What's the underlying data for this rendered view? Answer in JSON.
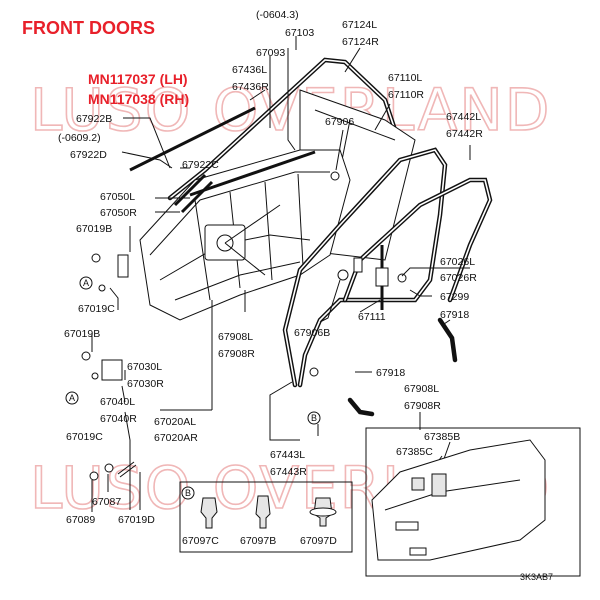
{
  "title": "FRONT DOORS",
  "part_numbers": [
    "MN117037 (LH)",
    "MN117038 (RH)"
  ],
  "watermark": "LUSO OVERLAND",
  "figure_code": "3K3AB7",
  "callouts": {
    "a": "A",
    "b": "B"
  },
  "labels": {
    "l_0604": "(-0604.3)",
    "l_67103": "67103",
    "l_67093": "67093",
    "l_67124L": "67124L",
    "l_67124R": "67124R",
    "l_67436L": "67436L",
    "l_67436R": "67436R",
    "l_67110L": "67110L",
    "l_67110R": "67110R",
    "l_67922B": "67922B",
    "l_0609": "(-0609.2)",
    "l_67922D": "67922D",
    "l_67922C": "67922C",
    "l_67906": "67906",
    "l_67442L": "67442L",
    "l_67442R": "67442R",
    "l_67050L": "67050L",
    "l_67050R": "67050R",
    "l_67019B_1": "67019B",
    "l_67019C_1": "67019C",
    "l_67026L": "67026L",
    "l_67026R": "67026R",
    "l_67299": "67299",
    "l_67918_1": "67918",
    "l_67019B_2": "67019B",
    "l_67030L": "67030L",
    "l_67030R": "67030R",
    "l_67908L_1": "67908L",
    "l_67908R_1": "67908R",
    "l_67906B": "67906B",
    "l_67111": "67111",
    "l_67918_2": "67918",
    "l_67040L": "67040L",
    "l_67040R": "67040R",
    "l_67019C_2": "67019C",
    "l_67020AL": "67020AL",
    "l_67020AR": "67020AR",
    "l_67908L_2": "67908L",
    "l_67908R_2": "67908R",
    "l_67385B": "67385B",
    "l_67385C": "67385C",
    "l_67443L": "67443L",
    "l_67443R": "67443R",
    "l_67087": "67087",
    "l_67089": "67089",
    "l_67019D": "67019D",
    "l_67097C": "67097C",
    "l_67097B": "67097B",
    "l_67097D": "67097D"
  }
}
